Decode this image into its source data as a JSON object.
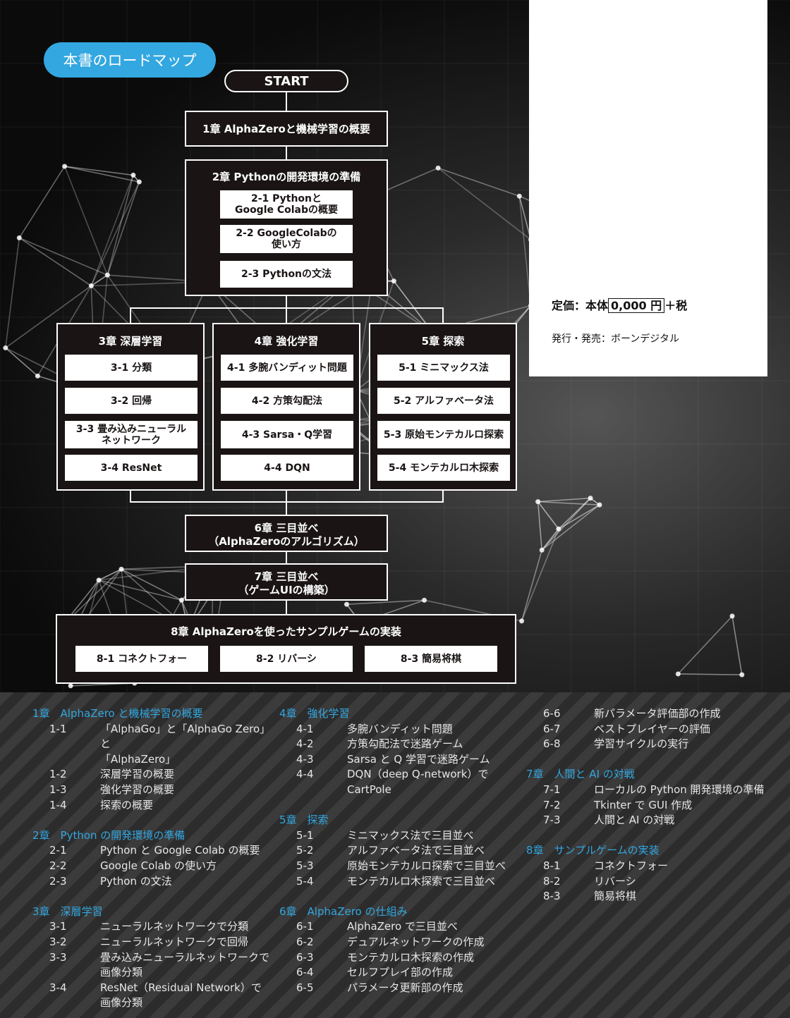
{
  "roadmap_title": "本書のロードマップ",
  "start": "START",
  "ch1": "1章 AlphaZeroと機械学習の概要",
  "ch2": {
    "title": "2章 Pythonの開発環境の準備",
    "items": [
      "2-1 Pythonと\nGoogle Colabの概要",
      "2-2 GoogleColabの\n使い方",
      "2-3 Pythonの文法"
    ]
  },
  "ch3": {
    "title": "3章 深層学習",
    "items": [
      "3-1 分類",
      "3-2 回帰",
      "3-3 畳み込みニューラル\nネットワーク",
      "3-4 ResNet"
    ]
  },
  "ch4": {
    "title": "4章 強化学習",
    "items": [
      "4-1 多腕バンディット問題",
      "4-2 方策勾配法",
      "4-3 Sarsa・Q学習",
      "4-4 DQN"
    ]
  },
  "ch5": {
    "title": "5章 探索",
    "items": [
      "5-1 ミニマックス法",
      "5-2 アルファベータ法",
      "5-3 原始モンテカルロ探索",
      "5-4 モンテカルロ木探索"
    ]
  },
  "ch6": {
    "line1": "6章 三目並べ",
    "line2": "（AlphaZeroのアルゴリズム）"
  },
  "ch7": {
    "line1": "7章 三目並べ",
    "line2": "（ゲームUIの構築）"
  },
  "ch8": {
    "title": "8章 AlphaZeroを使ったサンプルゲームの実装",
    "items": [
      "8-1 コネクトフォー",
      "8-2 リバーシ",
      "8-3 簡易将棋"
    ]
  },
  "price": {
    "label": "定価：本体",
    "value": "0,000 円",
    "suffix": "＋税"
  },
  "publisher": "発行・発売：ボーンデジタル",
  "toc": {
    "col1": [
      {
        "chapter": "1章　AlphaZero と機械学習の概要",
        "items": [
          {
            "num": "1-1",
            "text": "「AlphaGo」と「AlphaGo Zero」と"
          },
          {
            "num": "",
            "text": "「AlphaZero」"
          },
          {
            "num": "1-2",
            "text": "深層学習の概要"
          },
          {
            "num": "1-3",
            "text": "強化学習の概要"
          },
          {
            "num": "1-4",
            "text": "探索の概要"
          }
        ]
      },
      {
        "chapter": "2章　Python の開発環境の準備",
        "items": [
          {
            "num": "2-1",
            "text": "Python と Google Colab の概要"
          },
          {
            "num": "2-2",
            "text": "Google Colab の使い方"
          },
          {
            "num": "2-3",
            "text": "Python の文法"
          }
        ]
      },
      {
        "chapter": "3章　深層学習",
        "items": [
          {
            "num": "3-1",
            "text": "ニューラルネットワークで分類"
          },
          {
            "num": "3-2",
            "text": "ニューラルネットワークで回帰"
          },
          {
            "num": "3-3",
            "text": "畳み込みニューラルネットワークで"
          },
          {
            "num": "",
            "text": "画像分類"
          },
          {
            "num": "3-4",
            "text": "ResNet（Residual Network）で"
          },
          {
            "num": "",
            "text": "画像分類"
          }
        ]
      }
    ],
    "col2": [
      {
        "chapter": "4章　強化学習",
        "items": [
          {
            "num": "4-1",
            "text": "多腕バンディット問題"
          },
          {
            "num": "4-2",
            "text": "方策勾配法で迷路ゲーム"
          },
          {
            "num": "4-3",
            "text": "Sarsa と Q 学習で迷路ゲーム"
          },
          {
            "num": "4-4",
            "text": "DQN（deep Q-network）で"
          },
          {
            "num": "",
            "text": "CartPole"
          }
        ]
      },
      {
        "chapter": "5章　探索",
        "items": [
          {
            "num": "5-1",
            "text": "ミニマックス法で三目並べ"
          },
          {
            "num": "5-2",
            "text": "アルファベータ法で三目並べ"
          },
          {
            "num": "5-3",
            "text": "原始モンテカルロ探索で三目並べ"
          },
          {
            "num": "5-4",
            "text": "モンテカルロ木探索で三目並べ"
          }
        ]
      },
      {
        "chapter": "6章　AlphaZero の仕組み",
        "items": [
          {
            "num": "6-1",
            "text": "AlphaZero で三目並べ"
          },
          {
            "num": "6-2",
            "text": "デュアルネットワークの作成"
          },
          {
            "num": "6-3",
            "text": "モンテカルロ木探索の作成"
          },
          {
            "num": "6-4",
            "text": "セルフプレイ部の作成"
          },
          {
            "num": "6-5",
            "text": "パラメータ更新部の作成"
          }
        ]
      }
    ],
    "col3": [
      {
        "chapter": "",
        "items": [
          {
            "num": "6-6",
            "text": "新パラメータ評価部の作成"
          },
          {
            "num": "6-7",
            "text": "ベストプレイヤーの評価"
          },
          {
            "num": "6-8",
            "text": "学習サイクルの実行"
          }
        ]
      },
      {
        "chapter": "7章　人間と AI の対戦",
        "items": [
          {
            "num": "7-1",
            "text": "ローカルの Python 開発環境の準備"
          },
          {
            "num": "7-2",
            "text": "Tkinter で GUI 作成"
          },
          {
            "num": "7-3",
            "text": "人間と AI の対戦"
          }
        ]
      },
      {
        "chapter": "8章　サンプルゲームの実装",
        "items": [
          {
            "num": "8-1",
            "text": "コネクトフォー"
          },
          {
            "num": "8-2",
            "text": "リバーシ"
          },
          {
            "num": "8-3",
            "text": "簡易将棋"
          }
        ]
      }
    ]
  }
}
